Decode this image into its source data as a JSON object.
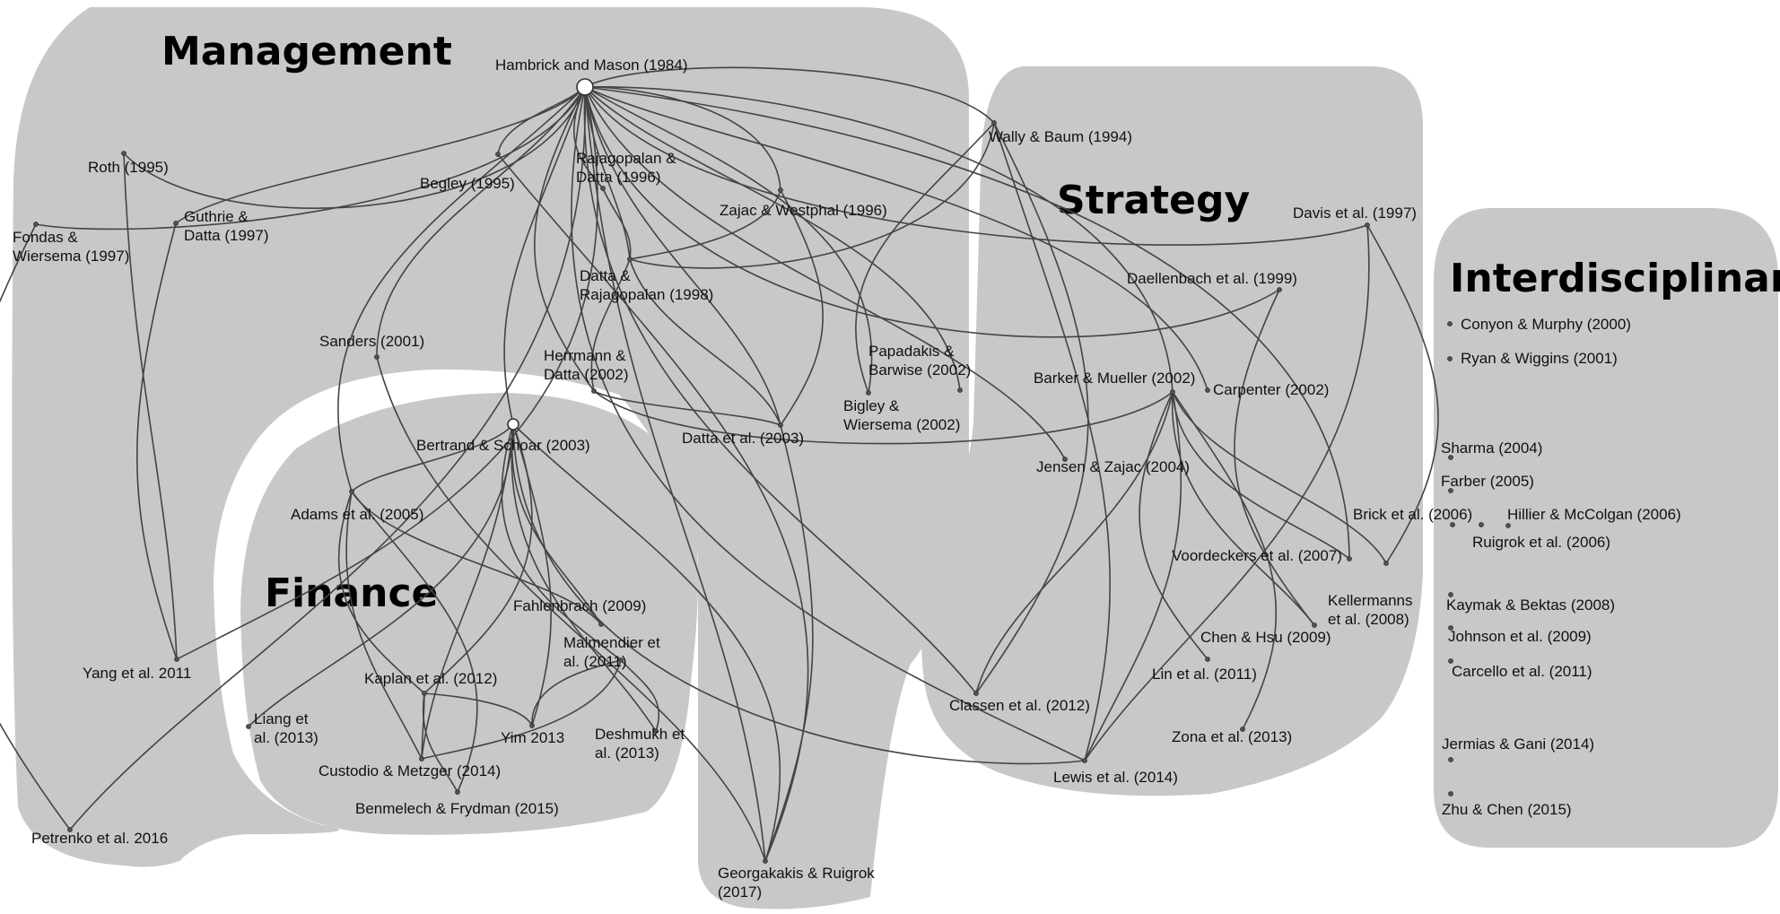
{
  "regions": [
    {
      "id": "management",
      "title": "Management"
    },
    {
      "id": "finance",
      "title": "Finance"
    },
    {
      "id": "strategy",
      "title": "Strategy"
    },
    {
      "id": "interdisciplinary",
      "title": "Interdisciplinary"
    }
  ],
  "nodes": [
    {
      "id": "hambrick",
      "label": "Hambrick and Mason (1984)"
    },
    {
      "id": "roth",
      "label": "Roth (1995)"
    },
    {
      "id": "fondas",
      "label": "Fondas & Wiersema (1997)"
    },
    {
      "id": "guthrie",
      "label": "Guthrie & Datta (1997)"
    },
    {
      "id": "begley",
      "label": "Begley (1995)"
    },
    {
      "id": "rajagopalan",
      "label": "Rajagopalan & Datta (1996)"
    },
    {
      "id": "zajac",
      "label": "Zajac & Westphal (1996)"
    },
    {
      "id": "wally",
      "label": "Wally & Baum (1994)"
    },
    {
      "id": "dattarajag",
      "label": "Datta & Rajagopalan (1998)"
    },
    {
      "id": "sanders",
      "label": "Sanders (2001)"
    },
    {
      "id": "herrmann",
      "label": "Herrmann & Datta (2002)"
    },
    {
      "id": "papadakis",
      "label": "Papadakis & Barwise (2002)"
    },
    {
      "id": "bigley",
      "label": "Bigley & Wiersema (2002)"
    },
    {
      "id": "datta2003",
      "label": "Datta et al. (2003)"
    },
    {
      "id": "bertrand",
      "label": "Bertrand & Schoar (2003)"
    },
    {
      "id": "adams",
      "label": "Adams et al. (2005)"
    },
    {
      "id": "fahlenbrach",
      "label": "Fahlenbrach (2009)"
    },
    {
      "id": "malmendier",
      "label": "Malmendier et al. (2011)"
    },
    {
      "id": "kaplan",
      "label": "Kaplan et al. (2012)"
    },
    {
      "id": "liang",
      "label": "Liang et al. (2013)"
    },
    {
      "id": "yim",
      "label": "Yim 2013"
    },
    {
      "id": "deshmukh",
      "label": "Deshmukh et al. (2013)"
    },
    {
      "id": "custodio",
      "label": "Custodio & Metzger (2014)"
    },
    {
      "id": "benmelech",
      "label": "Benmelech & Frydman (2015)"
    },
    {
      "id": "yang",
      "label": "Yang et al. 2011"
    },
    {
      "id": "petrenko",
      "label": "Petrenko et al. 2016"
    },
    {
      "id": "georgakakis",
      "label": "Georgakakis & Ruigrok (2017)"
    },
    {
      "id": "davis",
      "label": "Davis et al. (1997)"
    },
    {
      "id": "daellenbach",
      "label": "Daellenbach et al. (1999)"
    },
    {
      "id": "barker",
      "label": "Barker & Mueller (2002)"
    },
    {
      "id": "carpenter",
      "label": "Carpenter (2002)"
    },
    {
      "id": "jensen",
      "label": "Jensen & Zajac (2004)"
    },
    {
      "id": "voordeckers",
      "label": "Voordeckers et al. (2007)"
    },
    {
      "id": "kellermanns",
      "label": "Kellermanns et al. (2008)"
    },
    {
      "id": "chenhsu",
      "label": "Chen & Hsu (2009)"
    },
    {
      "id": "lin",
      "label": "Lin et al. (2011)"
    },
    {
      "id": "classen",
      "label": "Classen et al. (2012)"
    },
    {
      "id": "zona",
      "label": "Zona et al. (2013)"
    },
    {
      "id": "lewis",
      "label": "Lewis et al. (2014)"
    },
    {
      "id": "conyon",
      "label": "Conyon & Murphy (2000)"
    },
    {
      "id": "ryan",
      "label": "Ryan & Wiggins (2001)"
    },
    {
      "id": "sharma",
      "label": "Sharma (2004)"
    },
    {
      "id": "farber",
      "label": "Farber (2005)"
    },
    {
      "id": "brick",
      "label": "Brick et al. (2006)"
    },
    {
      "id": "hillier",
      "label": "Hillier & McColgan (2006)"
    },
    {
      "id": "ruigrok",
      "label": "Ruigrok et al. (2006)"
    },
    {
      "id": "kaymak",
      "label": "Kaymak & Bektas (2008)"
    },
    {
      "id": "johnson",
      "label": "Johnson et al. (2009)"
    },
    {
      "id": "carcello",
      "label": "Carcello et al. (2011)"
    },
    {
      "id": "jermias",
      "label": "Jermias & Gani (2014)"
    },
    {
      "id": "zhu",
      "label": "Zhu & Chen (2015)"
    }
  ],
  "edges": [
    [
      "hambrick",
      "roth"
    ],
    [
      "hambrick",
      "fondas"
    ],
    [
      "hambrick",
      "guthrie"
    ],
    [
      "hambrick",
      "begley"
    ],
    [
      "hambrick",
      "rajagopalan"
    ],
    [
      "hambrick",
      "zajac"
    ],
    [
      "hambrick",
      "wally"
    ],
    [
      "hambrick",
      "dattarajag"
    ],
    [
      "hambrick",
      "sanders"
    ],
    [
      "hambrick",
      "herrmann"
    ],
    [
      "hambrick",
      "papadakis"
    ],
    [
      "hambrick",
      "bigley"
    ],
    [
      "hambrick",
      "datta2003"
    ],
    [
      "hambrick",
      "bertrand"
    ],
    [
      "hambrick",
      "adams"
    ],
    [
      "hambrick",
      "yang"
    ],
    [
      "hambrick",
      "petrenko"
    ],
    [
      "hambrick",
      "georgakakis"
    ],
    [
      "hambrick",
      "davis"
    ],
    [
      "hambrick",
      "daellenbach"
    ],
    [
      "hambrick",
      "barker"
    ],
    [
      "hambrick",
      "carpenter"
    ],
    [
      "hambrick",
      "jensen"
    ],
    [
      "hambrick",
      "classen"
    ],
    [
      "hambrick",
      "lewis"
    ],
    [
      "hambrick",
      "voordeckers"
    ],
    [
      "rajagopalan",
      "dattarajag"
    ],
    [
      "dattarajag",
      "datta2003"
    ],
    [
      "dattarajag",
      "herrmann"
    ],
    [
      "dattarajag",
      "wally"
    ],
    [
      "zajac",
      "datta2003"
    ],
    [
      "zajac",
      "dattarajag"
    ],
    [
      "herrmann",
      "datta2003"
    ],
    [
      "herrmann",
      "barker"
    ],
    [
      "wally",
      "papadakis"
    ],
    [
      "wally",
      "classen"
    ],
    [
      "wally",
      "lewis"
    ],
    [
      "bertrand",
      "adams"
    ],
    [
      "bertrand",
      "fahlenbrach"
    ],
    [
      "bertrand",
      "malmendier"
    ],
    [
      "bertrand",
      "kaplan"
    ],
    [
      "bertrand",
      "yim"
    ],
    [
      "bertrand",
      "custodio"
    ],
    [
      "bertrand",
      "deshmukh"
    ],
    [
      "bertrand",
      "lewis"
    ],
    [
      "bertrand",
      "georgakakis"
    ],
    [
      "bertrand",
      "liang"
    ],
    [
      "adams",
      "fahlenbrach"
    ],
    [
      "adams",
      "custodio"
    ],
    [
      "adams",
      "kaplan"
    ],
    [
      "adams",
      "benmelech"
    ],
    [
      "kaplan",
      "yim"
    ],
    [
      "kaplan",
      "custodio"
    ],
    [
      "kaplan",
      "benmelech"
    ],
    [
      "malmendier",
      "yim"
    ],
    [
      "malmendier",
      "deshmukh"
    ],
    [
      "malmendier",
      "custodio"
    ],
    [
      "barker",
      "classen"
    ],
    [
      "barker",
      "chenhsu"
    ],
    [
      "barker",
      "lin"
    ],
    [
      "barker",
      "zona"
    ],
    [
      "barker",
      "lewis"
    ],
    [
      "barker",
      "kellermanns"
    ],
    [
      "barker",
      "voordeckers"
    ],
    [
      "daellenbach",
      "chenhsu"
    ],
    [
      "davis",
      "kellermanns"
    ],
    [
      "davis",
      "lewis"
    ],
    [
      "roth",
      "yang"
    ],
    [
      "guthrie",
      "yang"
    ],
    [
      "fondas",
      "petrenko"
    ],
    [
      "begley",
      "georgakakis"
    ],
    [
      "datta2003",
      "georgakakis"
    ],
    [
      "sanders",
      "georgakakis"
    ]
  ]
}
